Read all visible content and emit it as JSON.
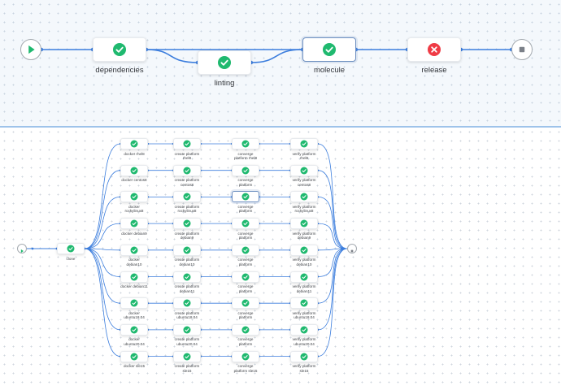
{
  "top_workflow": {
    "jobs": [
      {
        "id": "dependencies",
        "label": "dependencies",
        "status": "success",
        "selected": false
      },
      {
        "id": "linting",
        "label": "linting",
        "status": "success",
        "selected": false
      },
      {
        "id": "molecule",
        "label": "molecule",
        "status": "success",
        "selected": true
      },
      {
        "id": "release",
        "label": "release",
        "status": "failure",
        "selected": false
      }
    ]
  },
  "matrix_workflow": {
    "entry_job": {
      "id": "clone",
      "label": "clone",
      "status": "success"
    },
    "rows": [
      {
        "docker": "docker rhel8",
        "create": "create platform\nrhel8",
        "converge": "converge\nplatform rhel8",
        "verify": "verify platform\nrhel8"
      },
      {
        "docker": "docker centos8",
        "create": "create platform\ncentos8",
        "converge": "converge\nplatform",
        "verify": "verify platform\ncentos8"
      },
      {
        "docker": "docker\nrockylinux8",
        "create": "create platform\nrockylinux8",
        "converge": "converge\nplatform",
        "verify": "verify platform\nrockylinux8"
      },
      {
        "docker": "docker debian9",
        "create": "create platform\ndebian9",
        "converge": "converge\nplatform",
        "verify": "verify platform\ndebian9"
      },
      {
        "docker": "docker\ndebian10",
        "create": "create platform\ndebian10",
        "converge": "converge\nplatform",
        "verify": "verify platform\ndebian10"
      },
      {
        "docker": "docker debian11",
        "create": "create platform\ndebian11",
        "converge": "converge\nplatform",
        "verify": "verify platform\ndebian11"
      },
      {
        "docker": "docker\nubuntu18.04",
        "create": "create platform\nubuntu18.04",
        "converge": "converge\nplatform",
        "verify": "verify platform\nubuntu18.04"
      },
      {
        "docker": "docker\nubuntu20.04",
        "create": "create platform\nubuntu20.04",
        "converge": "converge\nplatform",
        "verify": "verify platform\nubuntu20.04"
      },
      {
        "docker": "docker sle15",
        "create": "create platform\nsle15",
        "converge": "converge\nplatform sle15",
        "verify": "verify platform\nsle15"
      }
    ],
    "selected_cell": {
      "row": 2,
      "col": "converge"
    }
  },
  "colors": {
    "edge": "#3b7ddd",
    "success": "#1fb96f",
    "failure": "#ef3b45",
    "control_border": "#a4aab0",
    "play": "#1fb96f",
    "stop": "#7b8088"
  },
  "icons": {
    "start": "play-icon",
    "end": "stop-icon",
    "success": "check-icon",
    "failure": "x-icon"
  }
}
